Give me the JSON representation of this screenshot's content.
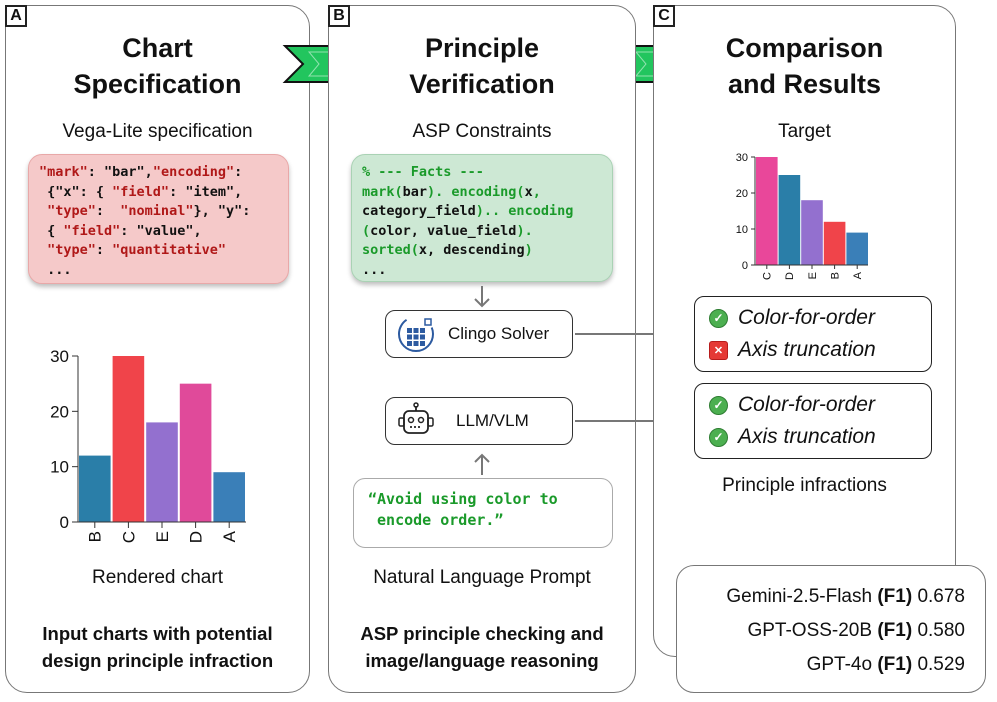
{
  "panels": {
    "a": {
      "tag": "A",
      "title_line1": "Chart",
      "title_line2": "Specification",
      "spec_caption": "Vega-Lite specification",
      "chart_caption": "Rendered chart",
      "bottom_line1": "Input charts with potential",
      "bottom_line2": "design principle infraction"
    },
    "b": {
      "tag": "B",
      "title_line1": "Principle",
      "title_line2": "Verification",
      "asp_caption": "ASP Constraints",
      "solver_label": "Clingo Solver",
      "llm_label": "LLM/VLM",
      "prompt_caption": "Natural Language Prompt",
      "bottom_line1": "ASP principle checking and",
      "bottom_line2": "image/language reasoning"
    },
    "c": {
      "tag": "C",
      "title_line1": "Comparison",
      "title_line2": "and Results",
      "target_caption": "Target",
      "infractions_caption": "Principle infractions"
    }
  },
  "spec_code": {
    "l1a": "\"mark\"",
    "l1b": ": \"bar\",",
    "l1c": "\"encoding\"",
    "l1d": ":",
    "l2a": " {\"x\": { ",
    "l2b": "\"field\"",
    "l2c": ": \"item\",",
    "l3a": " \"type\"",
    "l3b": ":  ",
    "l3c": "\"nominal\"",
    "l3d": "}, \"y\":",
    "l4a": " { ",
    "l4b": "\"field\"",
    "l4c": ": \"value\",",
    "l5a": " \"type\"",
    "l5b": ": ",
    "l5c": "\"quantitative\"",
    "l6": " ..."
  },
  "asp_code": {
    "l1": "% --- Facts ---",
    "l2a": "mark(",
    "l2b": "bar",
    "l2c": "). encoding(",
    "l2d": "x",
    "l2e": ",",
    "l3a": "category_field",
    "l3b": ").. encoding",
    "l4a": "(",
    "l4b": "color, value_field",
    "l4c": ").",
    "l5a": "sorted(",
    "l5b": "x, descending",
    "l5c": ")",
    "l6": "..."
  },
  "prompt_text": "“Avoid using color to\n encode order.”",
  "results": {
    "solver": [
      {
        "label": "Color-for-order",
        "status": "pass"
      },
      {
        "label": "Axis truncation",
        "status": "fail"
      }
    ],
    "llm": [
      {
        "label": "Color-for-order",
        "status": "pass"
      },
      {
        "label": "Axis truncation",
        "status": "pass"
      }
    ]
  },
  "scores": [
    {
      "model": "Gemini-2.5-Flash",
      "metric": "(F1)",
      "value": "0.678"
    },
    {
      "model": "GPT-OSS-20B",
      "metric": "(F1)",
      "value": "0.580"
    },
    {
      "model": "GPT-4o",
      "metric": "(F1)",
      "value": "0.529"
    }
  ],
  "icons": {
    "check": "✓",
    "cross": "✕"
  },
  "colors": {
    "arrow_green": "#22c55e",
    "solver_blue": "#2c5aa0"
  },
  "chart_data": [
    {
      "type": "bar",
      "title": "",
      "categories": [
        "B",
        "C",
        "E",
        "D",
        "A"
      ],
      "values": [
        12,
        30,
        18,
        25,
        9
      ],
      "colors": [
        "#2a7ea8",
        "#f0444a",
        "#9370cf",
        "#e04a9a",
        "#3a7fb8"
      ],
      "yticks": [
        "0",
        "10",
        "20",
        "30"
      ],
      "ylim": [
        0,
        30
      ]
    },
    {
      "type": "bar",
      "title": "Target",
      "categories": [
        "C",
        "D",
        "E",
        "B",
        "A"
      ],
      "values": [
        30,
        25,
        18,
        12,
        9
      ],
      "colors": [
        "#e9479a",
        "#2a7ea8",
        "#9370cf",
        "#f0444a",
        "#3a7fb8"
      ],
      "yticks": [
        "0",
        "10",
        "20",
        "30"
      ],
      "ylim": [
        0,
        30
      ]
    }
  ]
}
